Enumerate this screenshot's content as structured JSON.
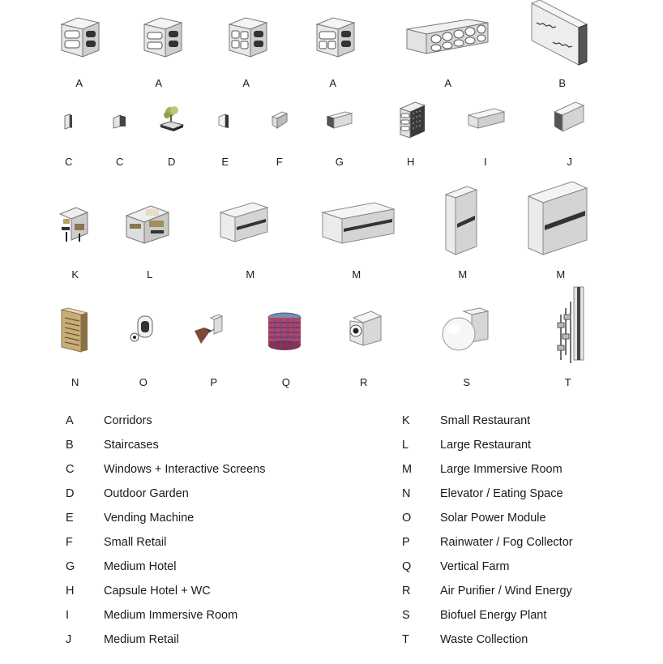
{
  "modules": {
    "row1": [
      "A",
      "A",
      "A",
      "A",
      "A",
      "B"
    ],
    "row2": [
      "C",
      "C",
      "D",
      "E",
      "F",
      "G",
      "H",
      "I",
      "J"
    ],
    "row3": [
      "K",
      "L",
      "M",
      "M",
      "M",
      "M"
    ],
    "row4": [
      "N",
      "O",
      "P",
      "Q",
      "R",
      "S",
      "T"
    ]
  },
  "legend": {
    "left": [
      {
        "key": "A",
        "label": "Corridors"
      },
      {
        "key": "B",
        "label": "Staircases"
      },
      {
        "key": "C",
        "label": "Windows + Interactive Screens"
      },
      {
        "key": "D",
        "label": "Outdoor Garden"
      },
      {
        "key": "E",
        "label": "Vending Machine"
      },
      {
        "key": "F",
        "label": "Small Retail"
      },
      {
        "key": "G",
        "label": "Medium Hotel"
      },
      {
        "key": "H",
        "label": "Capsule Hotel + WC"
      },
      {
        "key": "I",
        "label": "Medium Immersive Room"
      },
      {
        "key": "J",
        "label": "Medium Retail"
      }
    ],
    "right": [
      {
        "key": "K",
        "label": "Small Restaurant"
      },
      {
        "key": "L",
        "label": "Large Restaurant"
      },
      {
        "key": "M",
        "label": "Large Immersive Room"
      },
      {
        "key": "N",
        "label": "Elevator / Eating Space"
      },
      {
        "key": "O",
        "label": "Solar Power Module"
      },
      {
        "key": "P",
        "label": "Rainwater / Fog Collector"
      },
      {
        "key": "Q",
        "label": "Vertical Farm"
      },
      {
        "key": "R",
        "label": "Air Purifier / Wind Energy"
      },
      {
        "key": "S",
        "label": "Biofuel Energy Plant"
      },
      {
        "key": "T",
        "label": "Waste Collection"
      }
    ]
  }
}
